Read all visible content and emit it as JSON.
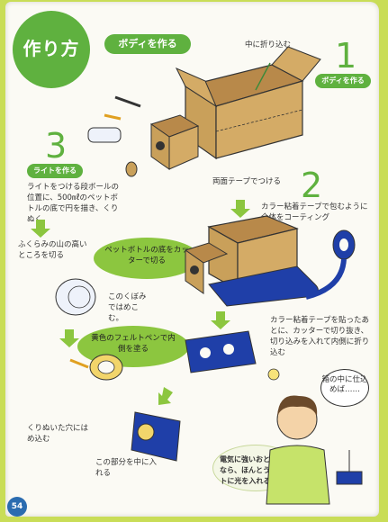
{
  "header": {
    "title": "作り方",
    "section_badge": "ボディを作る"
  },
  "steps": [
    {
      "number": "1",
      "badge": "ボディを作る"
    },
    {
      "number": "2",
      "badge": ""
    },
    {
      "number": "3",
      "badge": "ライトを作る"
    }
  ],
  "labels": {
    "fold_in": "中に折り込む",
    "double_tape": "両面テープでつける",
    "step2_desc": "カラー粘着テープで包むように全体をコーティング",
    "step3_desc": "ライトをつける段ボールの位置に、500㎖のペットボトルの底で円を描き、くりぬく。",
    "cut_bulge": "ふくらみの山の高いところを切る",
    "fit_dent": "このくぼみではめこむ。",
    "fit_hole": "くりぬいた穴にはめ込む",
    "fold_part": "この部分を中に入れる",
    "tape_cut": "カラー粘着テープを貼ったあとに、カッターで切り抜き、切り込みを入れて内側に折り込む"
  },
  "bubbles": {
    "cut_bottle": "ペットボトルの底をカッターで切る",
    "yellow_pen": "黄色のフェルトペンで内側を塗る",
    "thought": "箱の中に仕込めば……",
    "tip": "電気に強いおとうさんなら、ほんとうにライトに光を入れる技も!!"
  },
  "page_number": "54",
  "colors": {
    "green": "#5fb13f",
    "light_green": "#8cc63f",
    "cardboard": "#c9a05a",
    "blue": "#1f3fa8",
    "background": "#c9dd57"
  }
}
